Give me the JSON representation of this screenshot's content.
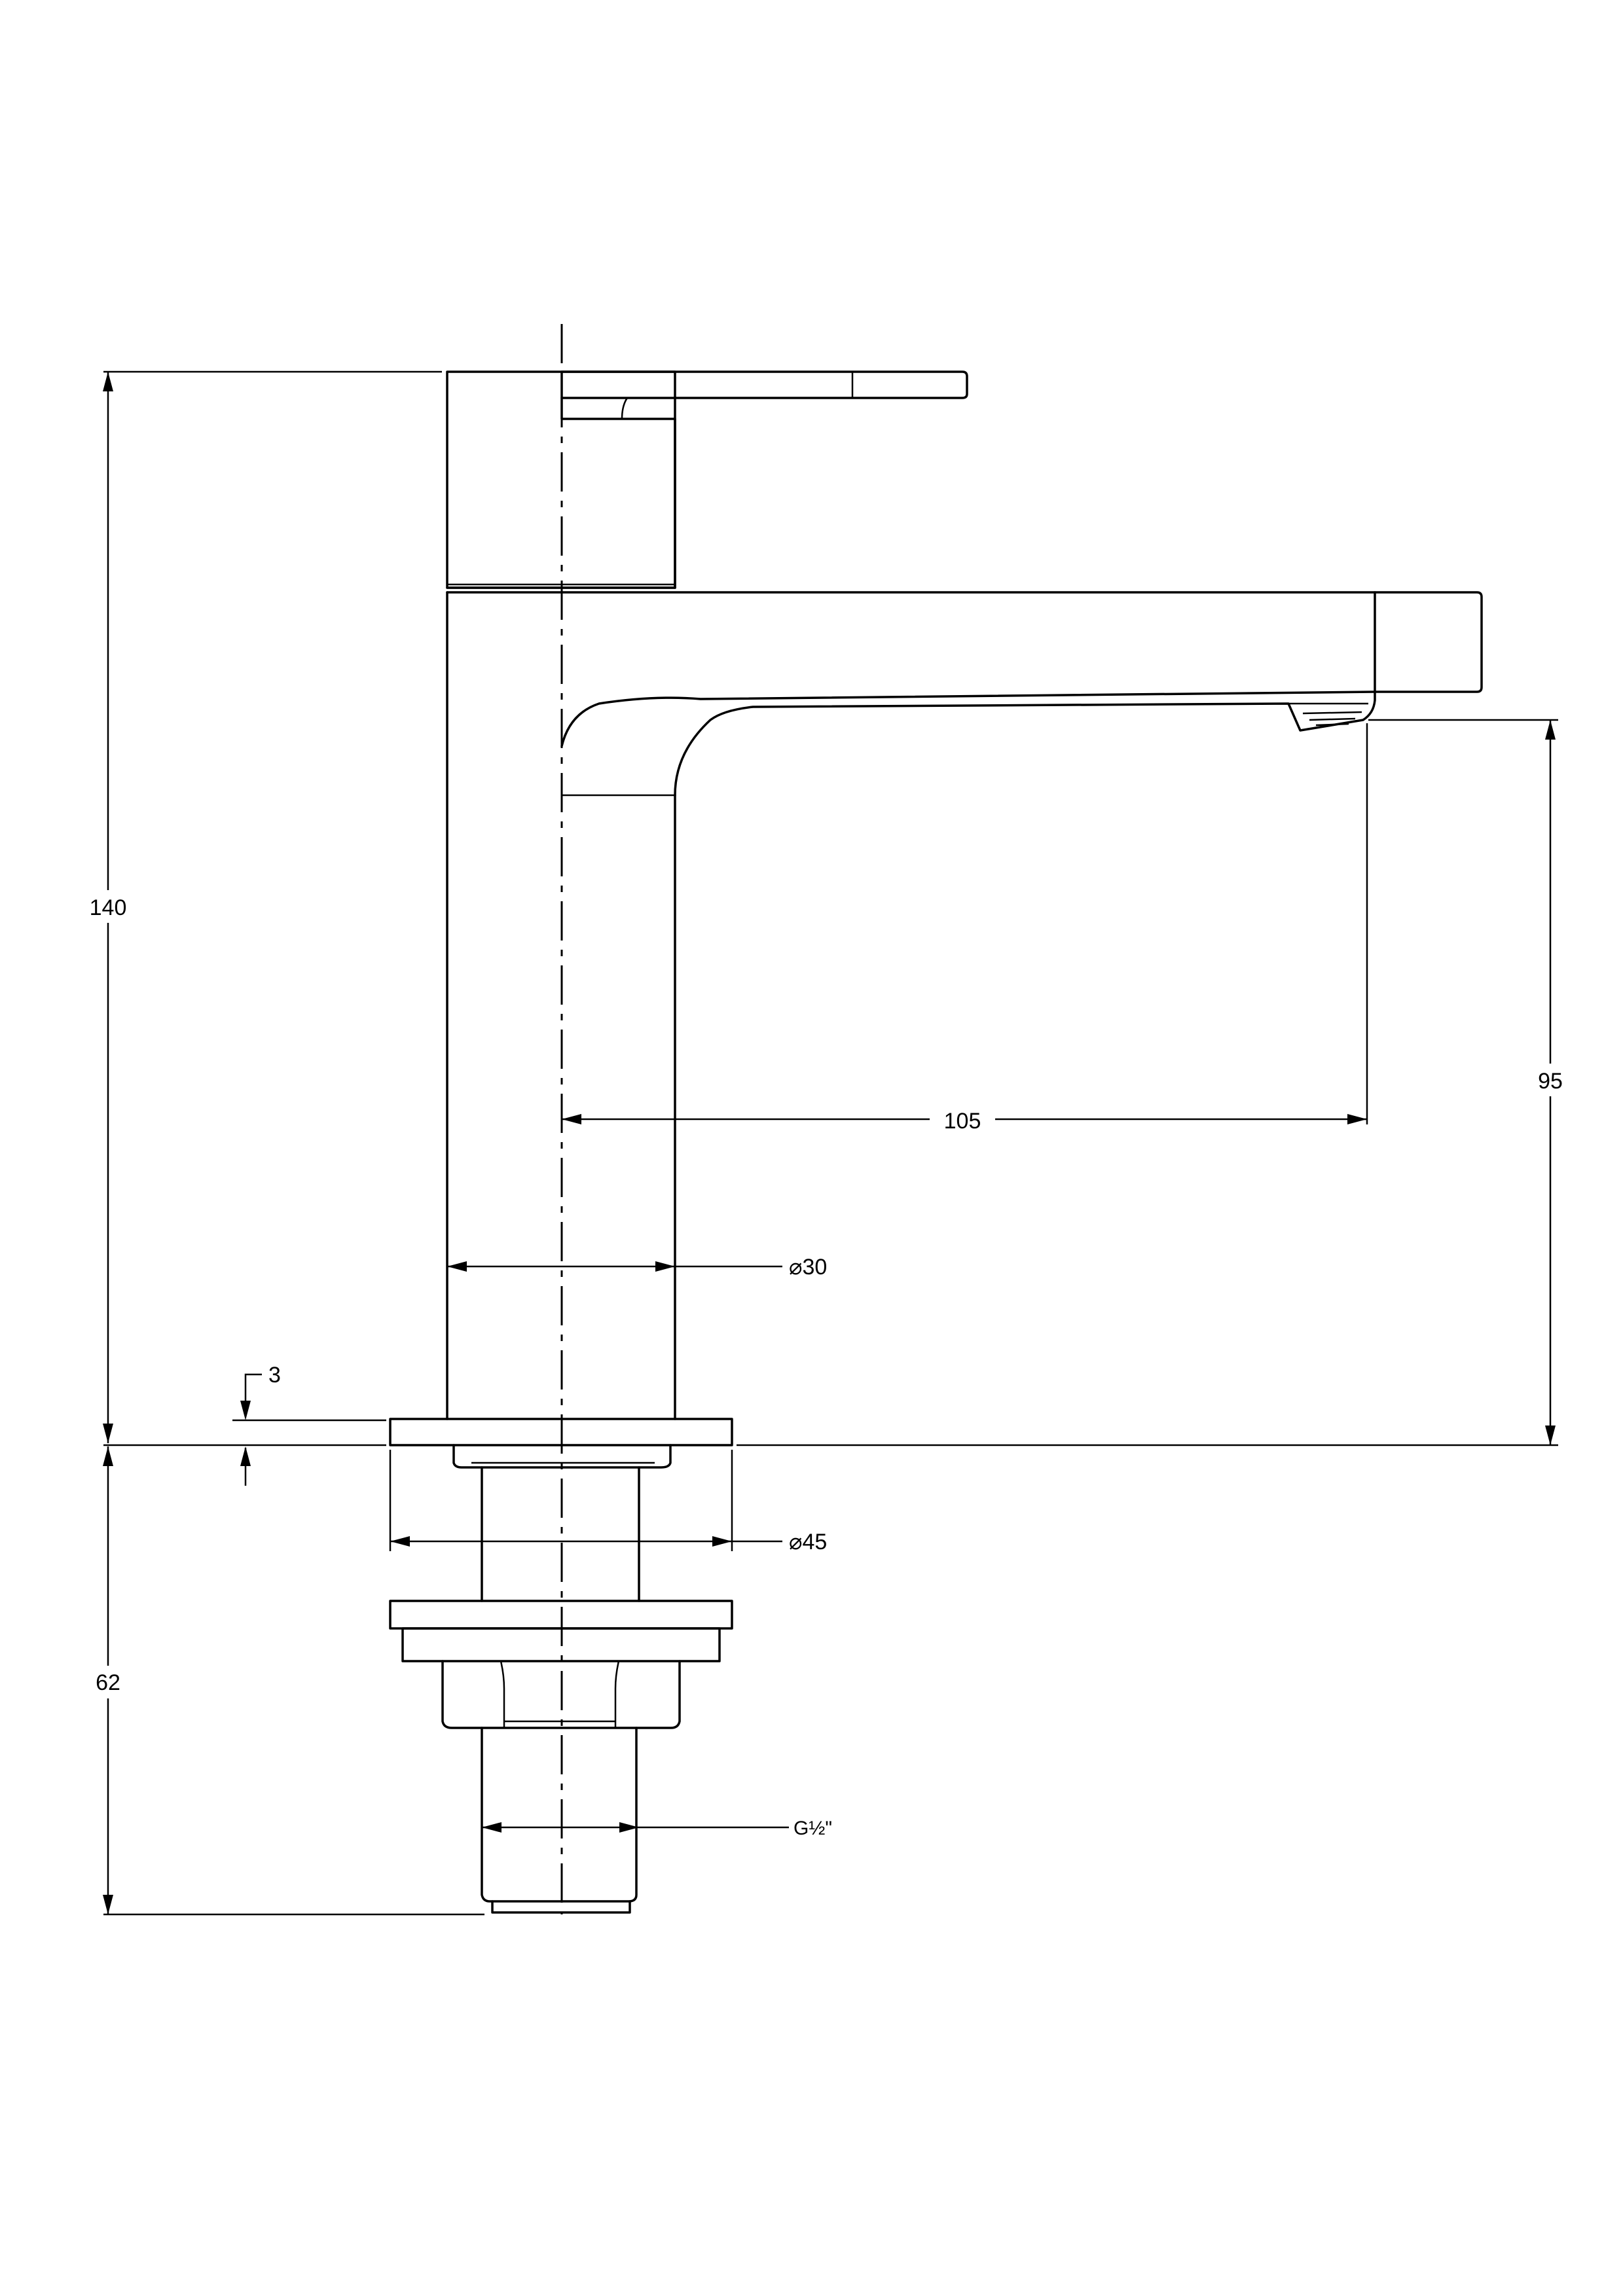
{
  "colors": {
    "line": "#000000",
    "background": "#ffffff"
  },
  "dimensions": {
    "overall_height": "140",
    "below_deck": "62",
    "spout_height": "95",
    "spout_reach": "105",
    "body_diameter": "⌀30",
    "base_diameter": "⌀45",
    "base_plate": "3",
    "thread": "G½\""
  }
}
